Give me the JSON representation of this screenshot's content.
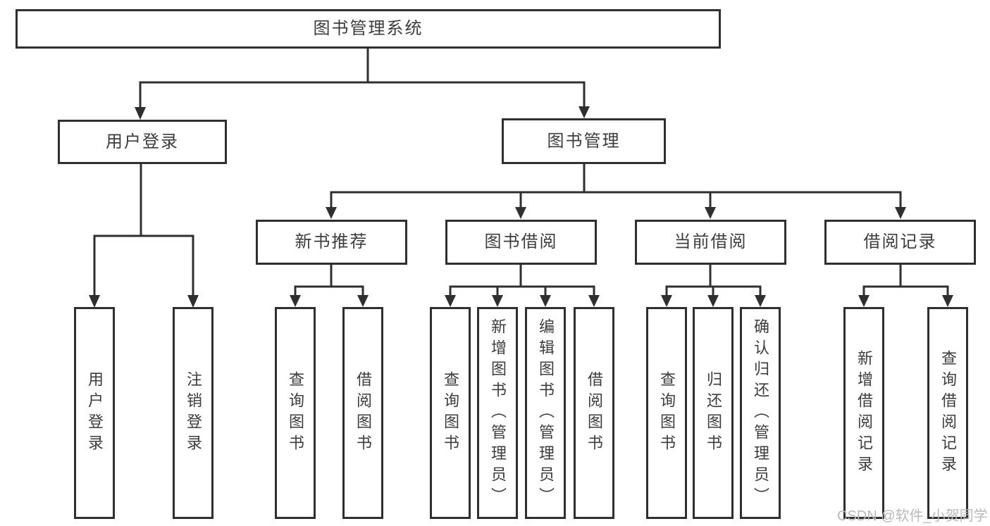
{
  "tree": {
    "label": "图书管理系统",
    "children": [
      {
        "label": "用户登录",
        "children": [
          {
            "label": "用户登录"
          },
          {
            "label": "注销登录"
          }
        ]
      },
      {
        "label": "图书管理",
        "children": [
          {
            "label": "新书推荐",
            "children": [
              {
                "label": "查询图书"
              },
              {
                "label": "借阅图书"
              }
            ]
          },
          {
            "label": "图书借阅",
            "children": [
              {
                "label": "查询图书"
              },
              {
                "label": "新增图书（管理员）"
              },
              {
                "label": "编辑图书（管理员）"
              },
              {
                "label": "借阅图书"
              }
            ]
          },
          {
            "label": "当前借阅",
            "children": [
              {
                "label": "查询图书"
              },
              {
                "label": "归还图书"
              },
              {
                "label": "确认归还（管理员）"
              }
            ]
          },
          {
            "label": "借阅记录",
            "children": [
              {
                "label": "新增借阅记录"
              },
              {
                "label": "查询借阅记录"
              }
            ]
          }
        ]
      }
    ]
  },
  "watermark": {
    "text": "CSDN @软件_小贺同学"
  },
  "colors": {
    "line": "#2f2f2f",
    "box_border": "#2f2f2f",
    "text": "#3c3c3c",
    "watermark": "#b9b9b9",
    "background": "#ffffff"
  }
}
